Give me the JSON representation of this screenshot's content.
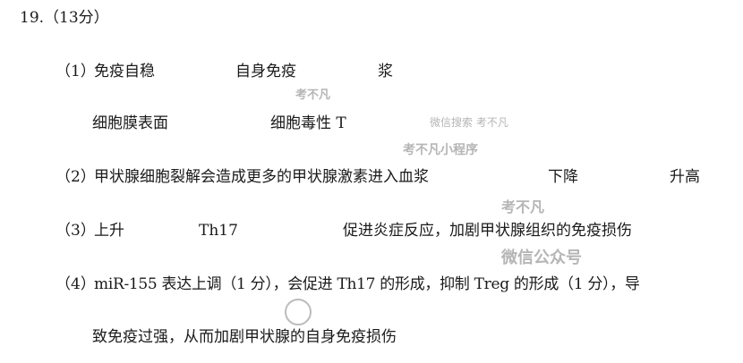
{
  "question": {
    "number": "19.",
    "score": "（13分）"
  },
  "answers": {
    "p1": {
      "label": "（1）",
      "a1": "免疫自稳",
      "a2": "自身免疫",
      "a3": "浆",
      "a4": "细胞膜表面",
      "a5": "细胞毒性 T"
    },
    "p2": {
      "label": "（2）",
      "a1": "甲状腺细胞裂解会造成更多的甲状腺激素进入血浆",
      "a2": "下降",
      "a3": "升高"
    },
    "p3": {
      "label": "（3）",
      "a1": "上升",
      "a2": "Th17",
      "a3": "促进炎症反应，加剧甲状腺组织的免疫损伤"
    },
    "p4": {
      "label": "（4）",
      "line1": "miR-155 表达上调（1 分），会促进 Th17 的形成，抑制 Treg 的形成（1 分），导",
      "line2": "致免疫过强，从而加剧甲状腺的自身免疫损伤"
    }
  },
  "watermark": {
    "w1": "考不凡",
    "w2": "微信搜索 考不凡",
    "w3": "考不凡小程序",
    "w4": "考不凡",
    "w5": "微信公众号"
  }
}
